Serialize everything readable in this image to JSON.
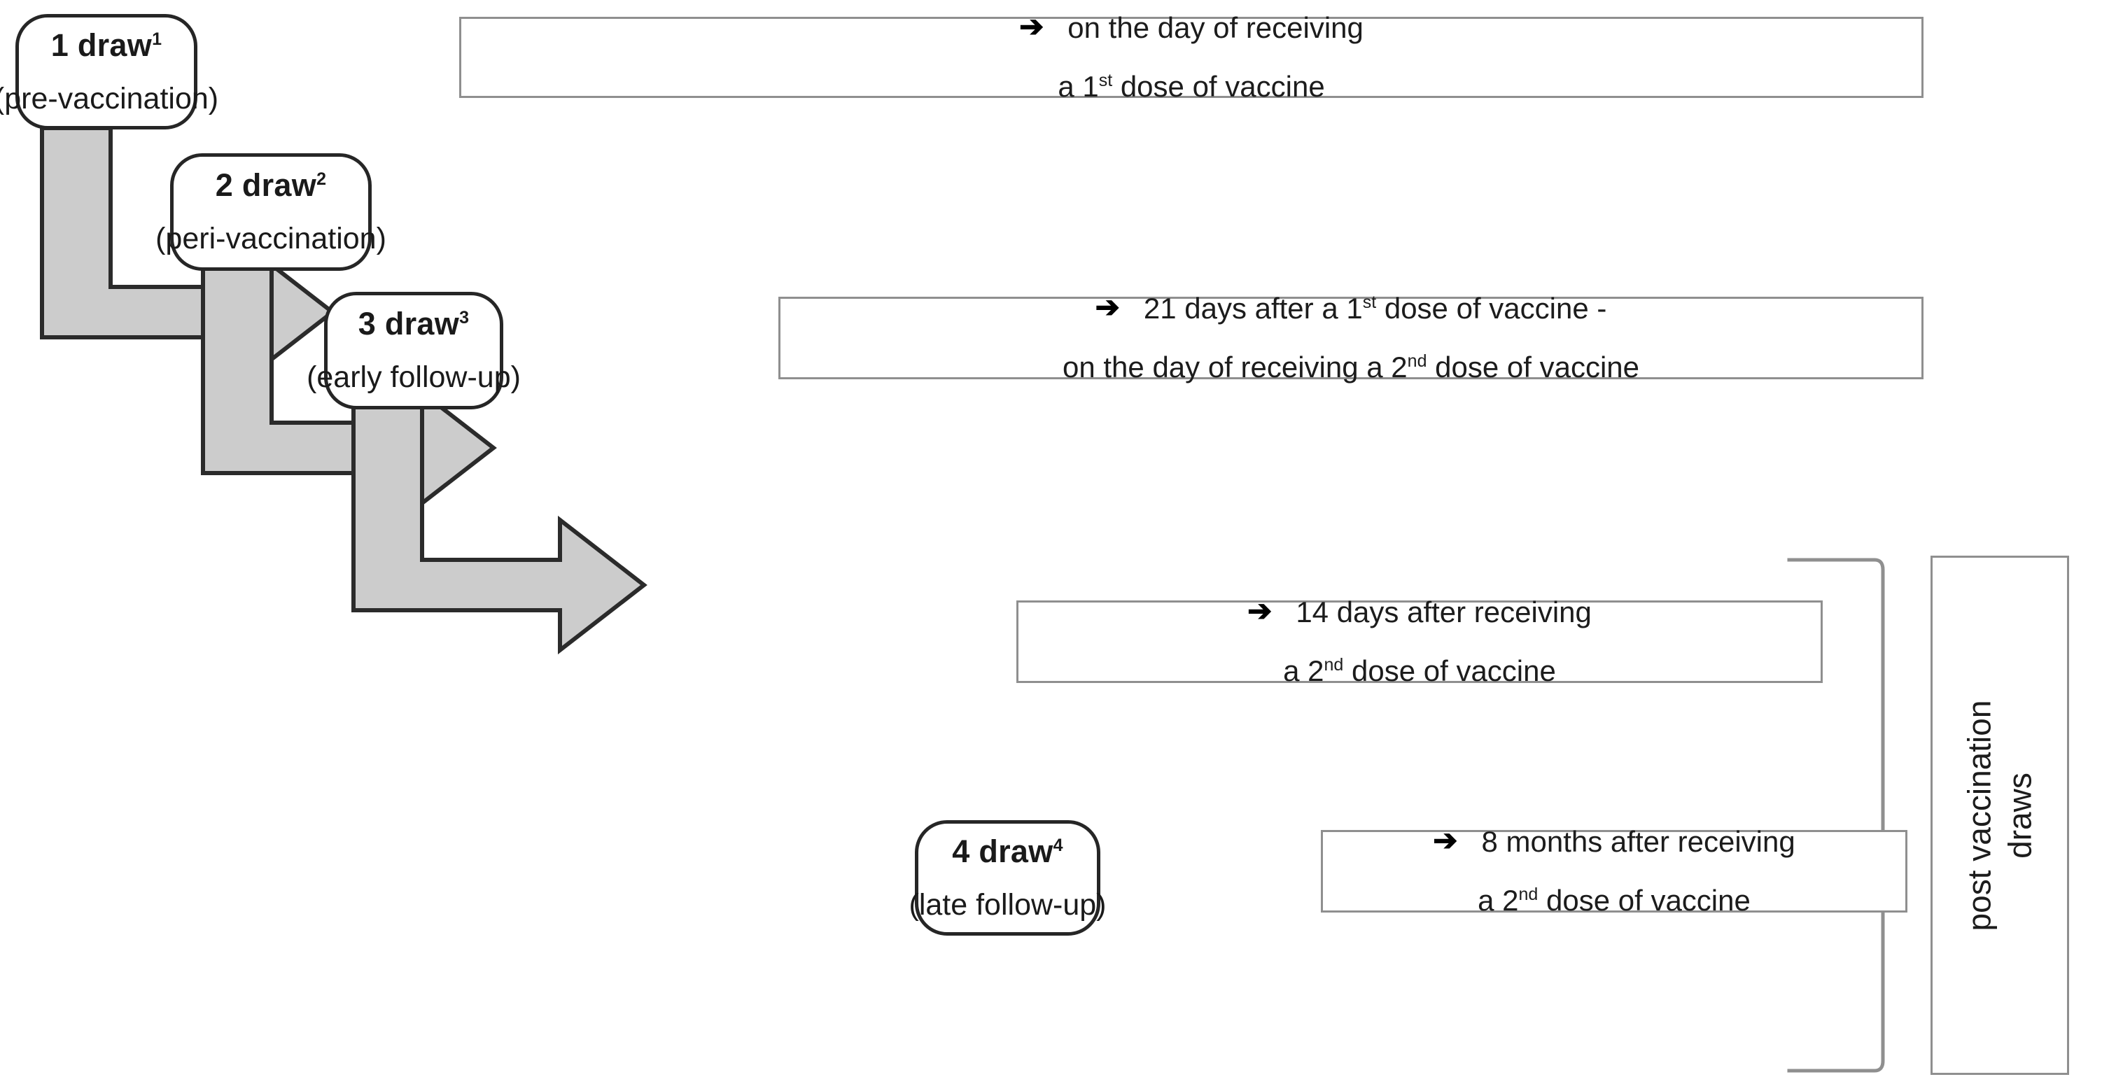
{
  "figure": {
    "kind": "blood-draw-schedule-flow-diagram",
    "arrow_bullet_glyph": "➔",
    "colors": {
      "box_border": "#262626",
      "desc_border": "#8f8f8f",
      "connector_fill": "#cccccc",
      "connector_stroke": "#2b2b2b",
      "text": "#1c1c1c",
      "background": "#ffffff"
    }
  },
  "steps": [
    {
      "id": "draw-1",
      "title": "1 draw",
      "title_sup": "1",
      "subtitle": "(pre-vaccination)",
      "description": {
        "line1": "on the day of receiving",
        "line2_pre": "a 1",
        "line2_sup": "st",
        "line2_post": " dose of vaccine"
      }
    },
    {
      "id": "draw-2",
      "title": "2 draw",
      "title_sup": "2",
      "subtitle": "(peri-vaccination)",
      "description": {
        "line1_pre": "21 days after a 1",
        "line1_sup": "st",
        "line1_post": " dose of vaccine -",
        "line2_pre": "on the day of receiving a 2",
        "line2_sup": "nd",
        "line2_post": " dose of vaccine"
      }
    },
    {
      "id": "draw-3",
      "title": "3 draw",
      "title_sup": "3",
      "subtitle": "(early follow-up)",
      "description": {
        "line1": "14 days after receiving",
        "line2_pre": "a 2",
        "line2_sup": "nd",
        "line2_post": " dose of vaccine"
      }
    },
    {
      "id": "draw-4",
      "title": "4 draw",
      "title_sup": "4",
      "subtitle": "(late follow-up)",
      "description": {
        "line1": "8 months after receiving",
        "line2_pre": "a 2",
        "line2_sup": "nd",
        "line2_post": " dose of vaccine"
      }
    }
  ],
  "side_label": {
    "line1": "post vaccination",
    "line2": "draws"
  }
}
